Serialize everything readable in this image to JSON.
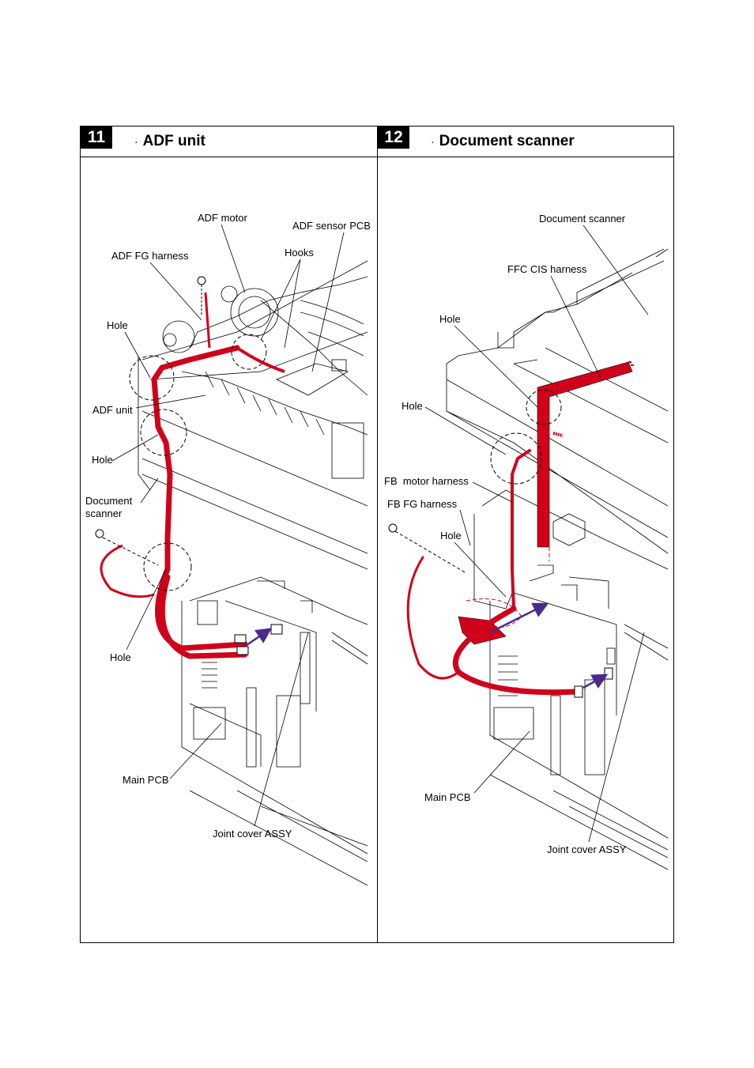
{
  "steps": [
    {
      "number": "11",
      "title": "ADF unit",
      "labels": {
        "adf_motor": "ADF motor",
        "adf_sensor_pcb": "ADF sensor PCB",
        "adf_fg_harness": "ADF FG harness",
        "hooks": "Hooks",
        "hole_1": "Hole",
        "adf_unit": "ADF unit",
        "hole_2": "Hole",
        "document_scanner_l1": "Document",
        "document_scanner_l2": "scanner",
        "hole_3": "Hole",
        "main_pcb": "Main PCB",
        "joint_cover_assy": "Joint cover ASSY"
      }
    },
    {
      "number": "12",
      "title": "Document scanner",
      "labels": {
        "document_scanner": "Document scanner",
        "ffc_cis_harness": "FFC CIS harness",
        "hole_1": "Hole",
        "hole_2": "Hole",
        "fb_motor_harness": "FB  motor harness",
        "fb_fg_harness": "FB FG harness",
        "hole_3": "Hole",
        "main_pcb": "Main PCB",
        "joint_cover_assy": "Joint cover ASSY"
      }
    }
  ],
  "colors": {
    "harness": "#d0021b",
    "arrow": "#4b2a8c",
    "line": "#000000"
  }
}
